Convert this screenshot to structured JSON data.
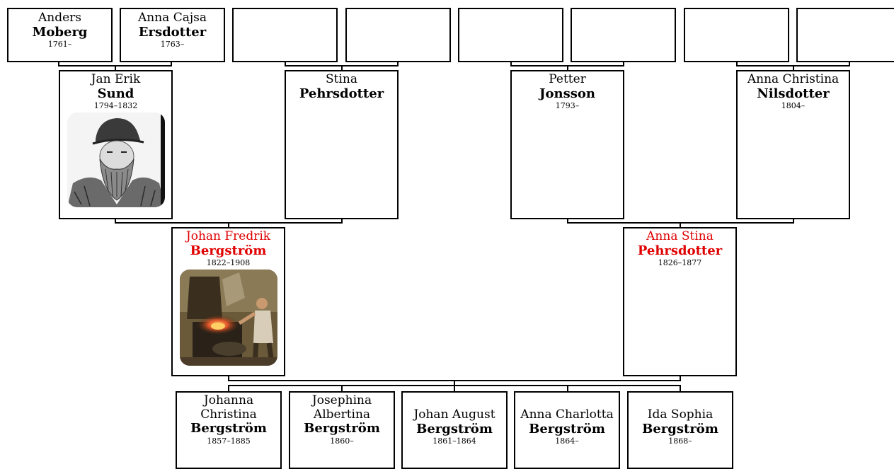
{
  "great_grandparents": [
    {
      "given": "Anders",
      "surname": "Moberg",
      "dates": "1761–"
    },
    {
      "given": "Anna Cajsa",
      "surname": "Ersdotter",
      "dates": "1763–"
    },
    {
      "given": "",
      "surname": "",
      "dates": ""
    },
    {
      "given": "",
      "surname": "",
      "dates": ""
    },
    {
      "given": "",
      "surname": "",
      "dates": ""
    },
    {
      "given": "",
      "surname": "",
      "dates": ""
    },
    {
      "given": "",
      "surname": "",
      "dates": ""
    },
    {
      "given": "",
      "surname": "",
      "dates": ""
    }
  ],
  "grandparents": [
    {
      "given": "Jan Erik",
      "surname": "Sund",
      "dates": "1794–1832",
      "photo": "engraved-portrait-bearded-man"
    },
    {
      "given": "Stina",
      "surname": "Pehrsdotter",
      "dates": ""
    },
    {
      "given": "Petter",
      "surname": "Jonsson",
      "dates": "1793–"
    },
    {
      "given": "Anna Christina",
      "surname": "Nilsdotter",
      "dates": "1804–"
    }
  ],
  "parents": [
    {
      "given": "Johan Fredrik",
      "surname": "Bergström",
      "dates": "1822–1908",
      "photo": "blacksmith-forge-painting"
    },
    {
      "given": "Anna Stina",
      "surname": "Pehrsdotter",
      "dates": "1826–1877"
    }
  ],
  "children": [
    {
      "given": "Johanna Christina",
      "surname": "Bergström",
      "dates": "1857–1885"
    },
    {
      "given": "Josephina Albertina",
      "surname": "Bergström",
      "dates": "1860–"
    },
    {
      "given": "Johan August",
      "surname": "Bergström",
      "dates": "1861–1864"
    },
    {
      "given": "Anna Charlotta",
      "surname": "Bergström",
      "dates": "1864–"
    },
    {
      "given": "Ida Sophia",
      "surname": "Bergström",
      "dates": "1868–"
    }
  ],
  "colors": {
    "highlight": "#e00000",
    "border": "#000000"
  }
}
